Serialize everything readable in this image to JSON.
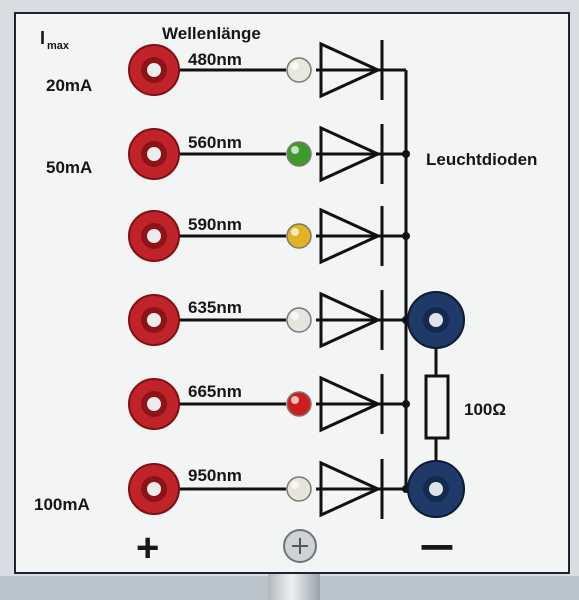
{
  "panel": {
    "imax_label": {
      "main": "I",
      "sub": "max"
    },
    "wavelength_heading": "Wellenlänge",
    "current_labels": [
      "20mA",
      "50mA",
      "100mA"
    ],
    "channels": [
      {
        "wavelength": "480nm",
        "led_color": "#e8e8e0"
      },
      {
        "wavelength": "560nm",
        "led_color": "#3e9a2a"
      },
      {
        "wavelength": "590nm",
        "led_color": "#e0b422"
      },
      {
        "wavelength": "635nm",
        "led_color": "#e6e4dc"
      },
      {
        "wavelength": "665nm",
        "led_color": "#cc1e1e"
      },
      {
        "wavelength": "950nm",
        "led_color": "#e6e4dc"
      }
    ],
    "diodes_label": "Leuchtdioden",
    "resistor_label": "100Ω",
    "plus_symbol": "+",
    "minus_symbol": "−",
    "colors": {
      "positive_socket": "#c0242a",
      "negative_socket": "#1f3a68",
      "line": "#111111"
    }
  }
}
